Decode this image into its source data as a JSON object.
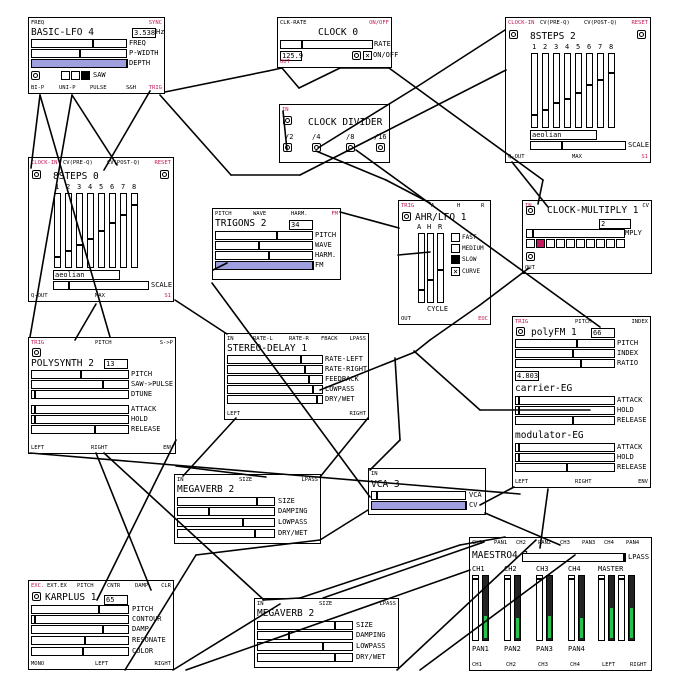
{
  "lfo": {
    "hdr": {
      "freq": "FREQ",
      "sync": "SYNC"
    },
    "title": "BASIC-LFO 4",
    "freq_value": "3.538",
    "hz": "Hz",
    "freq": "FREQ",
    "pwidth": "P-WIDTH",
    "depth": "DEPTH",
    "saw": "SAW",
    "ftr": {
      "bip": "BI-P",
      "unip": "UNI-P",
      "pulse": "PULSE",
      "sh": "S&H",
      "trig": "TRIG"
    }
  },
  "clock": {
    "hdr": {
      "rate": "CLK-RATE",
      "onoff": "ON/OFF"
    },
    "title": "CLOCK 0",
    "rate": "RATE",
    "value": "125.9",
    "onoff": "ON/OFF",
    "out": "OUT"
  },
  "steps2": {
    "hdr": {
      "clk": "CLOCK-IN",
      "pre": "CV(PRE-Q)",
      "post": "CV(POST-Q)",
      "reset": "RESET"
    },
    "title": "8STEPS 2",
    "nums": [
      "1",
      "2",
      "3",
      "4",
      "5",
      "6",
      "7",
      "8"
    ],
    "scale_value": "aeolian",
    "scale": "SCALE",
    "ftr": {
      "q": "Q-OUT",
      "max": "MAX",
      "s": "S1"
    }
  },
  "divider": {
    "in": "IN",
    "title": "CLOCK DIVIDER",
    "div": [
      "/2",
      "/4",
      "/8",
      "/16"
    ]
  },
  "steps0": {
    "hdr": {
      "clk": "CLOCK-IN",
      "pre": "CV(PRE-Q)",
      "post": "CV(POST-Q)",
      "reset": "RESET"
    },
    "title": "8STEPS 0",
    "nums": [
      "1",
      "2",
      "3",
      "4",
      "5",
      "6",
      "7",
      "8"
    ],
    "scale_value": "aeolian",
    "scale": "SCALE",
    "ftr": {
      "q": "Q-OUT",
      "max": "MAX",
      "s": "S1"
    }
  },
  "trigons": {
    "hdr": {
      "pitch": "PITCH",
      "wave": "WAVE",
      "harm": "HARM.",
      "fm": "FM"
    },
    "title": "TRIGONS 2",
    "value": "34",
    "pitch": "PITCH",
    "wave": "WAVE",
    "harm": "HARM.",
    "fm": "FM"
  },
  "ahr": {
    "hdr": {
      "trig": "TRIG",
      "a": "A",
      "h": "H",
      "r": "R"
    },
    "title": "AHR/LFO 1",
    "a": "A",
    "h": "H",
    "r": "R",
    "fast": "FAST",
    "medium": "MEDIUM",
    "slow": "SLOW",
    "curve": "CURVE",
    "cycle": "CYCLE",
    "ftr": {
      "out": "OUT",
      "eoc": "EOC"
    }
  },
  "multiply": {
    "in": "IN",
    "title": "CLOCK-MULTIPLY 1",
    "cv": "CV",
    "value": "2",
    "mply": "MPLY",
    "out": "OUT"
  },
  "polysynth": {
    "hdr": {
      "trig": "TRIG",
      "pitch": "PITCH",
      "sp": "S->P"
    },
    "title": "POLYSYNTH 2",
    "value": "13",
    "pitch": "PITCH",
    "sawpulse": "SAW->PULSE",
    "dtune": "DTUNE",
    "attack": "ATTACK",
    "hold": "HOLD",
    "release": "RELEASE",
    "ftr": {
      "left": "LEFT",
      "right": "RIGHT",
      "env": "ENV"
    }
  },
  "delay": {
    "hdr": {
      "in": "IN",
      "ratel": "RATE-L",
      "rater": "RATE-R",
      "fback": "FBACK",
      "lpass": "LPASS"
    },
    "title": "STEREO-DELAY 1",
    "ratel": "RATE-LEFT",
    "rater": "RATE-RIGHT",
    "feedback": "FEEDBACK",
    "lowpass": "LOWPASS",
    "drywet": "DRY/WET",
    "ftr": {
      "left": "LEFT",
      "right": "RIGHT"
    }
  },
  "polyfm": {
    "hdr": {
      "trig": "TRIG",
      "pitch": "PITCH",
      "index": "INDEX"
    },
    "title": "polyFM 1",
    "value": "66",
    "pitch": "PITCH",
    "index": "INDEX",
    "ratio_value": "4.803",
    "ratio": "RATIO",
    "carrier": "carrier-EG",
    "attack": "ATTACK",
    "hold": "HOLD",
    "release": "RELEASE",
    "modulator": "modulator-EG",
    "attack2": "ATTACK",
    "hold2": "HOLD",
    "release2": "RELEASE",
    "ftr": {
      "left": "LEFT",
      "right": "RIGHT",
      "env": "ENV"
    }
  },
  "megaverb2a": {
    "hdr": {
      "in": "IN",
      "size": "SIZE",
      "lpass": "LPASS"
    },
    "title": "MEGAVERB 2",
    "size": "SIZE",
    "damping": "DAMPING",
    "lowpass": "LOWPASS",
    "drywet": "DRY/WET"
  },
  "vca": {
    "in": "IN",
    "title": "VCA 3",
    "vca": "VCA",
    "cv": "CV"
  },
  "karplus": {
    "hdr": {
      "exc": "EXC.",
      "ext": "EXT.EX",
      "pitch": "PITCH",
      "cntr": "CNTR",
      "damp": "DAMP",
      "clr": "CLR"
    },
    "title": "KARPLUS 1",
    "value": "65",
    "pitch": "PITCH",
    "contour": "CONTOUR",
    "damp": "DAMP",
    "resonate": "RESONATE",
    "color": "COLOR",
    "ftr": {
      "mono": "MONO",
      "left": "LEFT",
      "right": "RIGHT"
    }
  },
  "megaverb2b": {
    "hdr": {
      "in": "IN",
      "size": "SIZE",
      "lpass": "LPASS"
    },
    "title": "MEGAVERB 2",
    "size": "SIZE",
    "damping": "DAMPING",
    "lowpass": "LOWPASS",
    "drywet": "DRY/WET"
  },
  "maestro": {
    "hdr": [
      "CH1",
      "PAN1",
      "CH2",
      "PAN2",
      "CH3",
      "PAN3",
      "CH4",
      "PAN4"
    ],
    "title": "MAESTRO4 1",
    "lpass": "LPASS",
    "channels": [
      "CH1",
      "CH2",
      "CH3",
      "CH4",
      "MASTER"
    ],
    "pans": [
      "PAN1",
      "PAN2",
      "PAN3",
      "PAN4"
    ],
    "ftr": [
      "CH1",
      "CH2",
      "CH3",
      "CH4",
      "LEFT",
      "RIGHT"
    ]
  },
  "colors": {
    "pink": "#c2185b",
    "fill": "#9f9fe0",
    "meter": "#27c24c"
  }
}
